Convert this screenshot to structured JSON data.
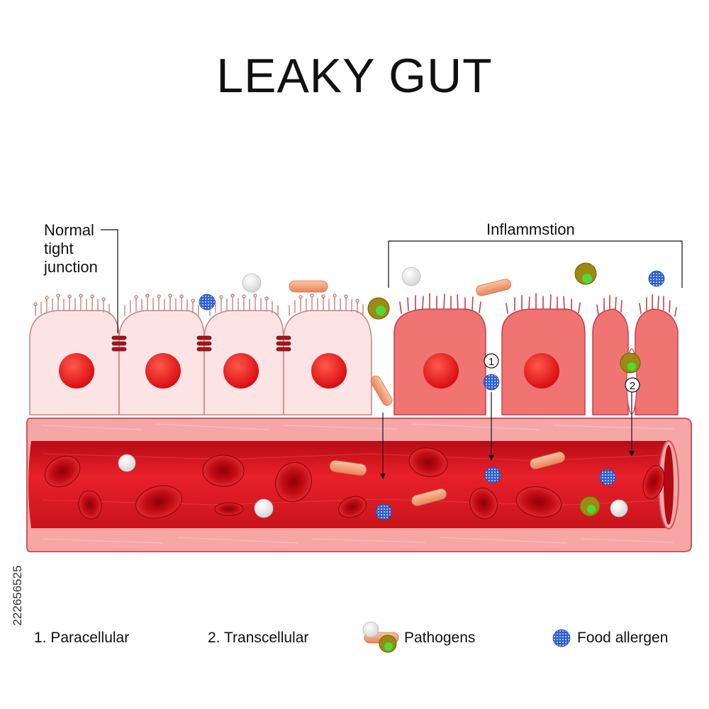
{
  "title": "LEAKY GUT",
  "labels": {
    "normal_tight_junction": [
      "Normal",
      "tight",
      "junction"
    ],
    "inflammation": "Inflammstion",
    "marker_1": "1",
    "marker_2": "2"
  },
  "legend": {
    "paracellular": "1. Paracellular",
    "transcellular": "2. Transcellular",
    "pathogens": "Pathogens",
    "food_allergen": "Food allergen"
  },
  "image_id_text": "222656525",
  "colors": {
    "healthy_cell": "#fde4e4",
    "inflamed_cell": "#f07472",
    "nucleus": "#e01616",
    "vessel_wall": "#f7a6a6",
    "vessel_lumen": "#e8202a",
    "red_blood_cell": "#c40d14",
    "pathogen_rod": "#f2a07a",
    "pathogen_olive": "#9c8a12",
    "pathogen_green": "#4ddb3a",
    "allergen": "#3a6fd8",
    "white_particle": "#f2f2f2"
  }
}
